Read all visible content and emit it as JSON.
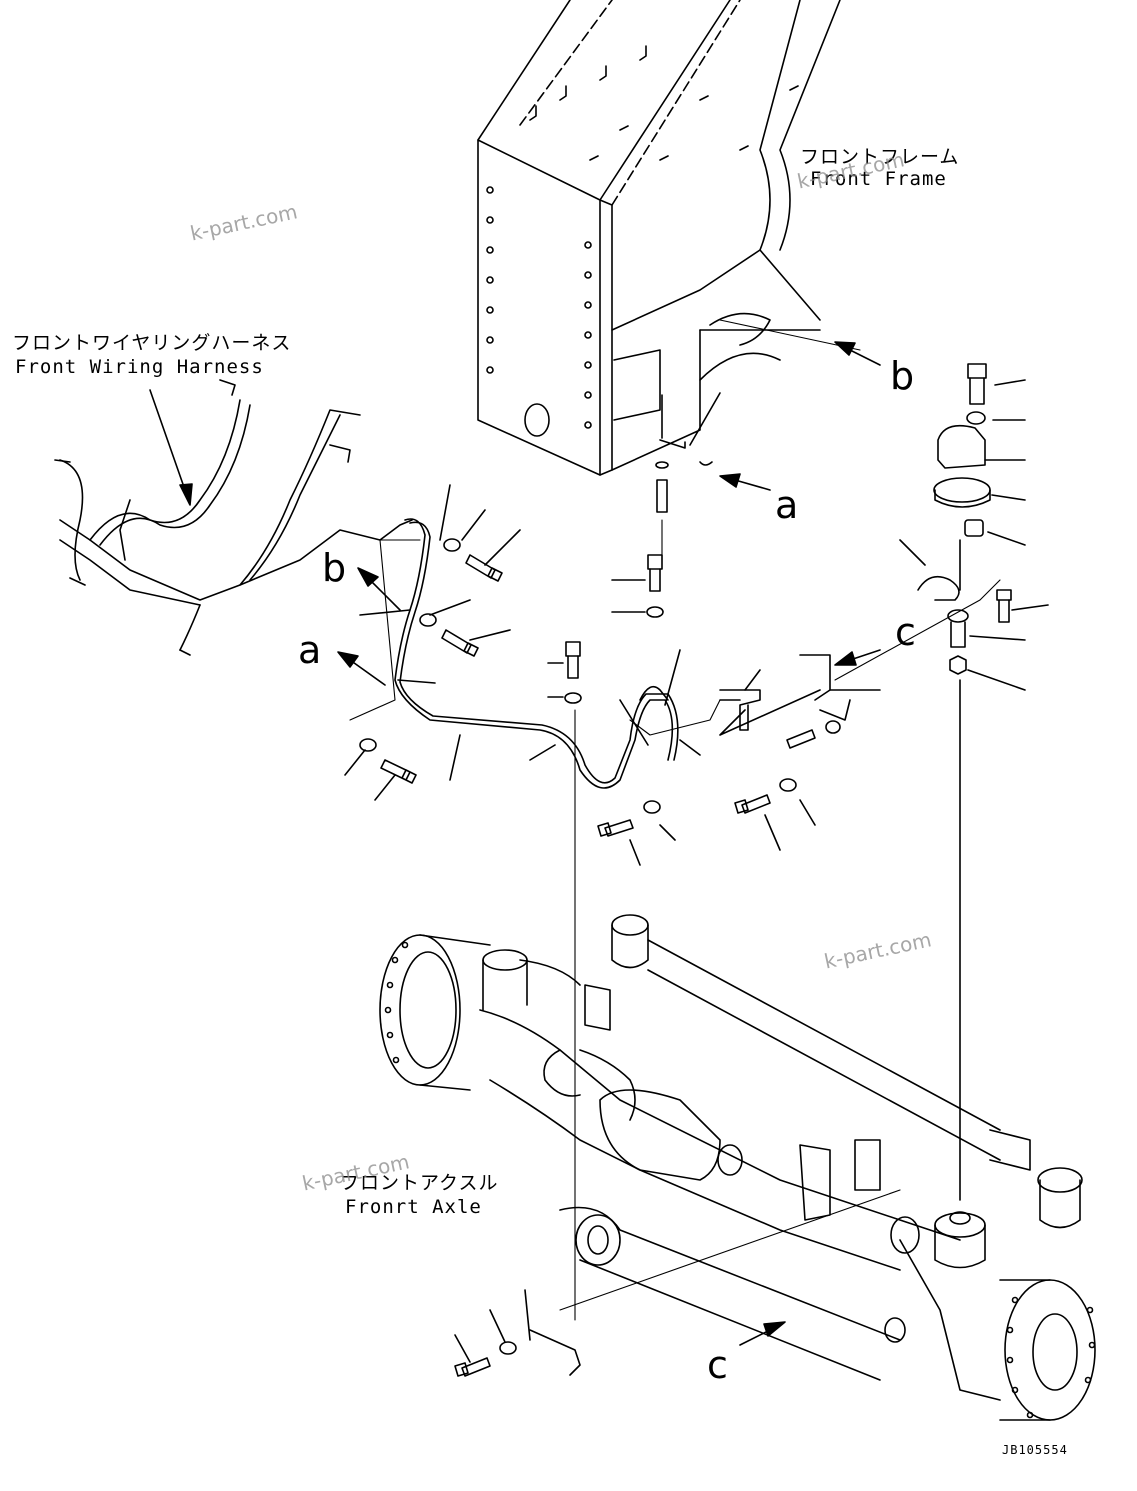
{
  "labels": {
    "front_frame_jp": "フロントフレーム",
    "front_frame_en": "Front Frame",
    "front_harness_jp": "フロントワイヤリングハーネス",
    "front_harness_en": "Front Wiring Harness",
    "front_axle_jp": "フロントアクスル",
    "front_axle_en": "Fronrt Axle"
  },
  "callouts": {
    "a_upper": "a",
    "a_left": "a",
    "b_upper": "b",
    "b_left": "b",
    "c_upper": "c",
    "c_lower": "c"
  },
  "watermark": "k-part.com",
  "drawing_number": "JB105554"
}
